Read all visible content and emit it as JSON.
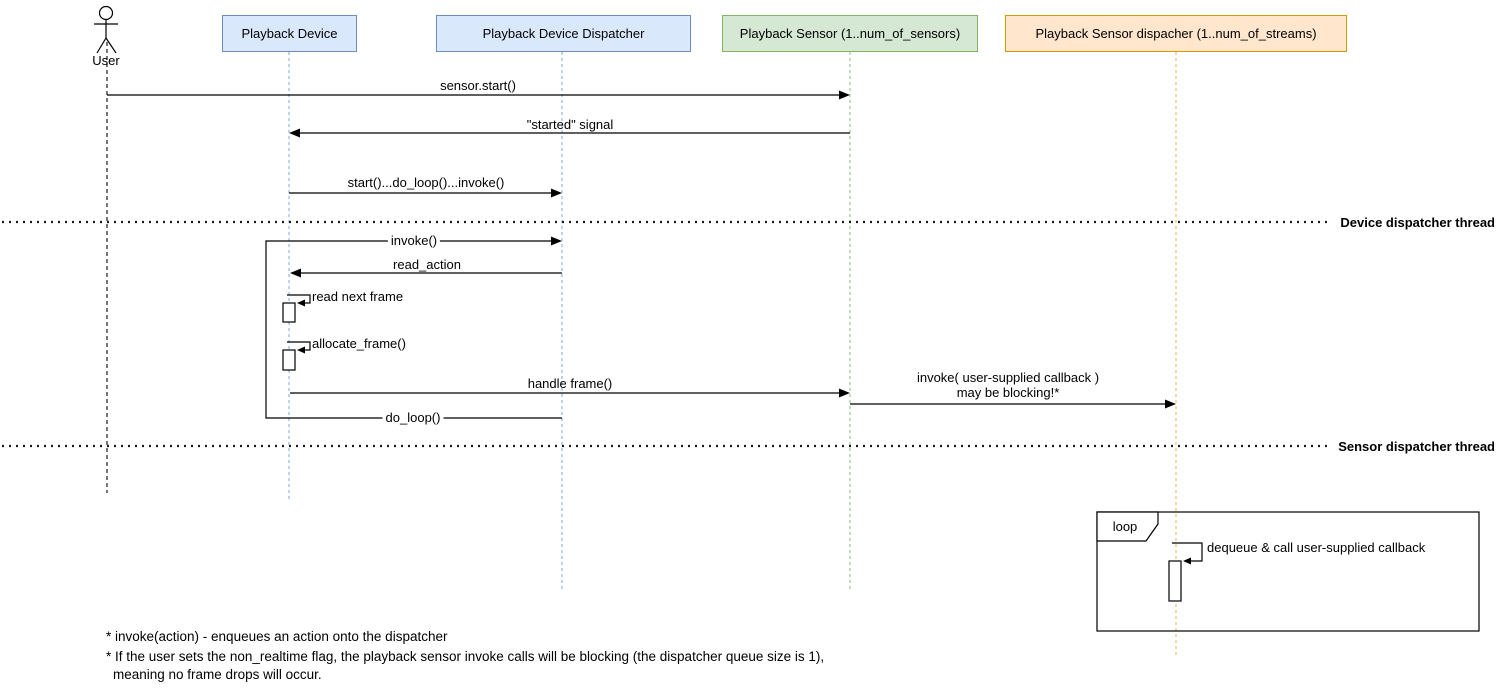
{
  "diagram": {
    "actor": {
      "label": "User"
    },
    "participants": [
      {
        "label": "Playback Device",
        "fill": "#dae8fc",
        "border": "#6c8ebf"
      },
      {
        "label": "Playback Device Dispatcher",
        "fill": "#dae8fc",
        "border": "#6c8ebf"
      },
      {
        "label": "Playback Sensor (1..num_of_sensors)",
        "fill": "#d5e8d4",
        "border": "#82b366"
      },
      {
        "label": "Playback Sensor dispacher (1..num_of_streams)",
        "fill": "#ffe6cc",
        "border": "#d79b00"
      }
    ],
    "messages": {
      "sensor_start": "sensor.start()",
      "started_signal": "\"started\" signal",
      "start_do_loop_invoke": "start()...do_loop()...invoke()",
      "invoke": "invoke()",
      "read_action": "read_action",
      "read_next_frame": "read next frame",
      "allocate_frame": "allocate_frame()",
      "handle_frame": "handle frame()",
      "invoke_user_callback_line1": "invoke( user-supplied callback )",
      "invoke_user_callback_line2": "may be blocking!*",
      "do_loop": "do_loop()",
      "dequeue_callback": "dequeue & call user-supplied callback"
    },
    "dividers": {
      "device": "Device dispatcher thread",
      "sensor": "Sensor dispatcher thread"
    },
    "loop_frame_label": "loop",
    "footnotes": [
      "* invoke(action) - enqueues an action onto the dispatcher",
      "* If the user sets the non_realtime flag, the playback sensor invoke calls will be blocking (the dispatcher queue size is 1),",
      "meaning no frame drops will occur."
    ]
  }
}
